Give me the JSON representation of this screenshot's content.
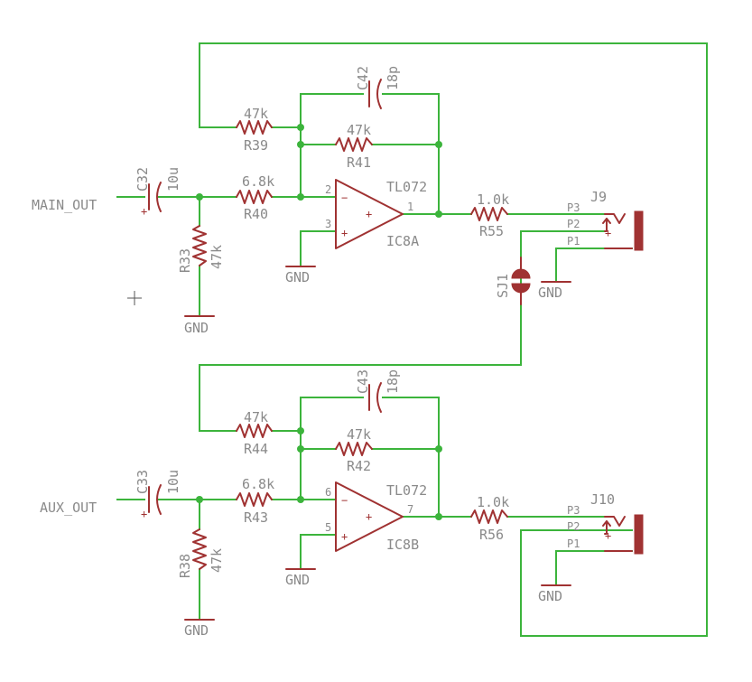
{
  "nets": {
    "main_out": "MAIN_OUT",
    "aux_out": "AUX_OUT",
    "gnd": "GND"
  },
  "top": {
    "c_in": {
      "name": "C32",
      "value": "10u"
    },
    "r_in": {
      "name": "R40",
      "value": "6.8k"
    },
    "r_gnd": {
      "name": "R33",
      "value": "47k"
    },
    "r_fb_top": {
      "name": "R39",
      "value": "47k"
    },
    "r_fb": {
      "name": "R41",
      "value": "47k"
    },
    "c_fb": {
      "name": "C42",
      "value": "18p"
    },
    "opamp": {
      "name": "IC8A",
      "value": "TL072",
      "pin_in_plus": "2",
      "pin_in_minus": "3",
      "pin_out": "1"
    },
    "r_out": {
      "name": "R55",
      "value": "1.0k"
    },
    "jack": {
      "name": "J9",
      "p3": "P3",
      "p2": "P2",
      "p1": "P1"
    }
  },
  "bottom": {
    "c_in": {
      "name": "C33",
      "value": "10u"
    },
    "r_in": {
      "name": "R43",
      "value": "6.8k"
    },
    "r_gnd": {
      "name": "R38",
      "value": "47k"
    },
    "r_fb_top": {
      "name": "R44",
      "value": "47k"
    },
    "r_fb": {
      "name": "R42",
      "value": "47k"
    },
    "c_fb": {
      "name": "C43",
      "value": "18p"
    },
    "opamp": {
      "name": "IC8B",
      "value": "TL072",
      "pin_in_plus": "6",
      "pin_in_minus": "5",
      "pin_out": "7"
    },
    "r_out": {
      "name": "R56",
      "value": "1.0k"
    },
    "jack": {
      "name": "J10",
      "p3": "P3",
      "p2": "P2",
      "p1": "P1"
    }
  },
  "solder_jumper": {
    "name": "SJ1"
  },
  "polarity": {
    "plus": "+",
    "minus": "−"
  }
}
